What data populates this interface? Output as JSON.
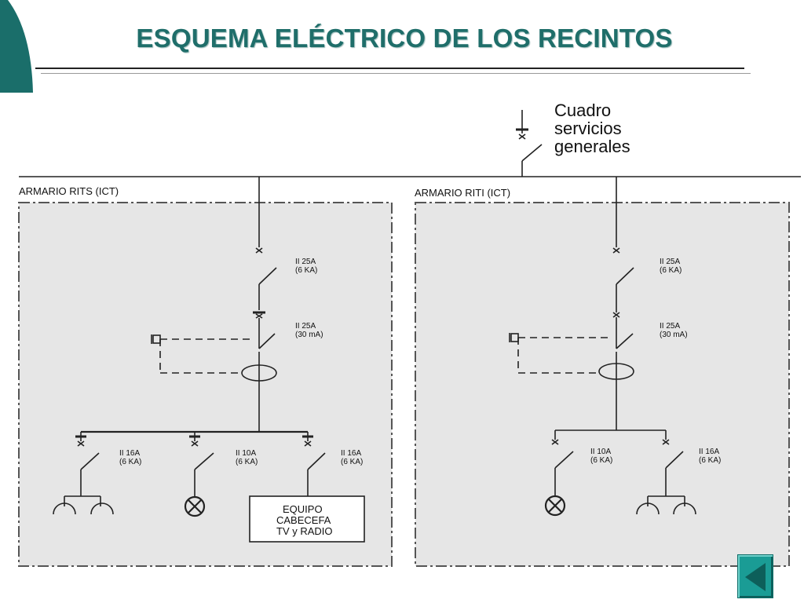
{
  "title": "ESQUEMA ELÉCTRICO DE LOS RECINTOS",
  "supply": {
    "label_lines": [
      "Cuadro",
      "servicios",
      "generales"
    ]
  },
  "panels": [
    {
      "label": "ARMARIO RITS (ICT)",
      "main_breaker": [
        "II 25A",
        "(6 KA)"
      ],
      "differential": [
        "II 25A",
        "(30 mA)"
      ],
      "circuits": [
        {
          "rating": [
            "II 16A",
            "(6 KA)"
          ],
          "load": "socket-outlets"
        },
        {
          "rating": [
            "II 10A",
            "(6 KA)"
          ],
          "load": "lamp"
        },
        {
          "rating": [
            "II 16A",
            "(6 KA)"
          ],
          "load": "equipment-box"
        }
      ],
      "equipment_box": [
        "EQUIPO",
        "CABECEFA",
        "TV y RADIO"
      ]
    },
    {
      "label": "ARMARIO RITI (ICT)",
      "main_breaker": [
        "II 25A",
        "(6 KA)"
      ],
      "differential": [
        "II 25A",
        "(30 mA)"
      ],
      "circuits": [
        {
          "rating": [
            "II 10A",
            "(6 KA)"
          ],
          "load": "lamp"
        },
        {
          "rating": [
            "II 16A",
            "(6 KA)"
          ],
          "load": "socket-outlets"
        }
      ]
    }
  ],
  "colors": {
    "title": "#1f6e6a",
    "panel_fill": "#e6e6e6",
    "accent": "#1a9c95"
  },
  "nav": {
    "back_icon": "triangle-left-icon"
  }
}
